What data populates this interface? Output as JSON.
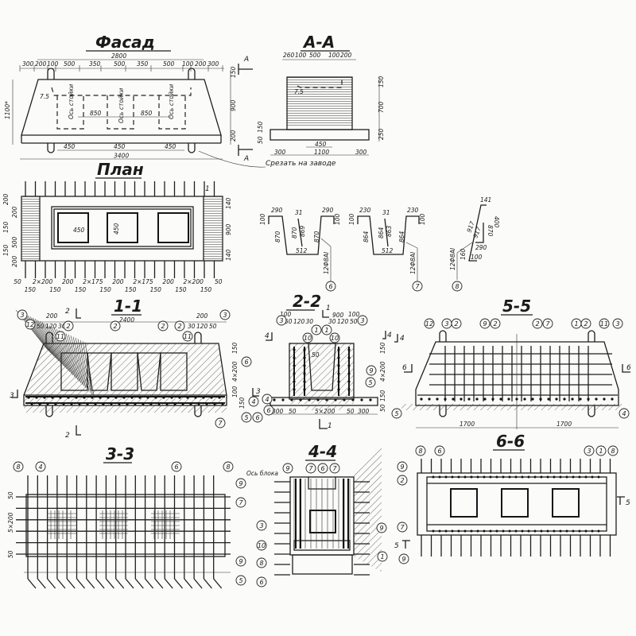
{
  "views": {
    "facade": {
      "title": "Фасад",
      "overall_top": "2800",
      "top_dims": [
        "300",
        "200",
        "100",
        "500",
        "350",
        "500",
        "350",
        "500",
        "100",
        "200",
        "300"
      ],
      "height": "1100*",
      "right_dims": [
        "150",
        "900",
        "200"
      ],
      "axis_labels": [
        "Ось стойки",
        "Ось стойки",
        "Ось стойки"
      ],
      "mid_dims": [
        "850",
        "850"
      ],
      "slope": "7.5",
      "bottom_dims": [
        "450",
        "450",
        "450"
      ],
      "overall_bottom": "3400",
      "section_mark": "А"
    },
    "section_aa": {
      "title": "А-А",
      "top_dims": [
        "260",
        "100",
        "500",
        "100",
        "200"
      ],
      "right_dims": [
        "150",
        "700",
        "250"
      ],
      "left_dims": [
        "50",
        "150"
      ],
      "slope": "7.5",
      "inner_dim": "450",
      "bottom_dims": [
        "300",
        "1100",
        "300"
      ],
      "note": "Срезать на заводе"
    },
    "plan": {
      "title": "План",
      "mark": "1",
      "left_dims": [
        "200",
        "200",
        "150",
        "500",
        "150",
        "200"
      ],
      "right_dims": [
        "140",
        "900",
        "140"
      ],
      "window_dims": [
        "450",
        "450"
      ],
      "bottom_dims": [
        "50",
        "150",
        "2×200",
        "150",
        "200",
        "150",
        "2×175",
        "150",
        "200",
        "150",
        "2×175",
        "150",
        "200",
        "150",
        "2×200",
        "150",
        "50"
      ]
    },
    "bar_shapes": [
      {
        "id": "6",
        "dims": [
          "290",
          "100",
          "870",
          "31",
          "870",
          "869",
          "290",
          "100",
          "870",
          "512"
        ],
        "spec": "12Ф8АI"
      },
      {
        "id": "7",
        "dims": [
          "230",
          "100",
          "864",
          "31",
          "864",
          "863",
          "230",
          "100",
          "864",
          "512"
        ],
        "spec": "12Ф8АI"
      },
      {
        "id": "8",
        "dims": [
          "141",
          "400",
          "917",
          "917",
          "870",
          "290",
          "160",
          "100"
        ],
        "spec": "12Ф8АI"
      }
    ],
    "section_11": {
      "title": "1-1",
      "overall": "2400",
      "dims_left": [
        "200",
        "50",
        "120",
        "30"
      ],
      "dims_right": [
        "200",
        "30",
        "120",
        "50"
      ],
      "right_dims": [
        "150",
        "4×200",
        "100",
        "150"
      ],
      "callouts": [
        "3",
        "12",
        "2",
        "11",
        "2",
        "2",
        "2",
        "11",
        "3",
        "6",
        "4",
        "5",
        "6",
        "7"
      ],
      "marks": [
        "2",
        "2",
        "3",
        "3"
      ]
    },
    "section_22": {
      "title": "2-2",
      "overall": "900",
      "dims": [
        "100",
        "50",
        "120",
        "30",
        "30",
        "120",
        "50",
        "100"
      ],
      "callouts": [
        "3",
        "1",
        "10",
        "1",
        "10",
        "3",
        "9",
        "5",
        "4",
        "6"
      ],
      "inner": "50",
      "right_dims": [
        "150",
        "4×200",
        "150",
        "50"
      ],
      "bottom_dims": [
        "300",
        "50",
        "5×200",
        "50",
        "300"
      ],
      "marks": [
        "1",
        "1",
        "4",
        "4"
      ]
    },
    "section_55": {
      "title": "5-5",
      "callouts": [
        "12",
        "3",
        "2",
        "9",
        "2",
        "2",
        "7",
        "1",
        "2",
        "11",
        "3",
        "5",
        "4"
      ],
      "bottom_dims": [
        "1700",
        "1700"
      ],
      "marks": [
        "4",
        "6",
        "6"
      ]
    },
    "section_33": {
      "title": "3-3",
      "callouts": [
        "8",
        "4",
        "6",
        "8",
        "9",
        "7",
        "9",
        "5"
      ],
      "left_dims": [
        "50",
        "5×200",
        "50"
      ]
    },
    "section_44": {
      "title": "4-4",
      "axis": "Ось блока",
      "callouts": [
        "9",
        "7",
        "6",
        "7",
        "3",
        "10",
        "8",
        "6",
        "9",
        "1",
        "5"
      ]
    },
    "section_66": {
      "title": "6-6",
      "callouts": [
        "8",
        "6",
        "3",
        "1",
        "8",
        "9",
        "2",
        "7",
        "9"
      ],
      "marks": [
        "5",
        "5"
      ]
    }
  }
}
